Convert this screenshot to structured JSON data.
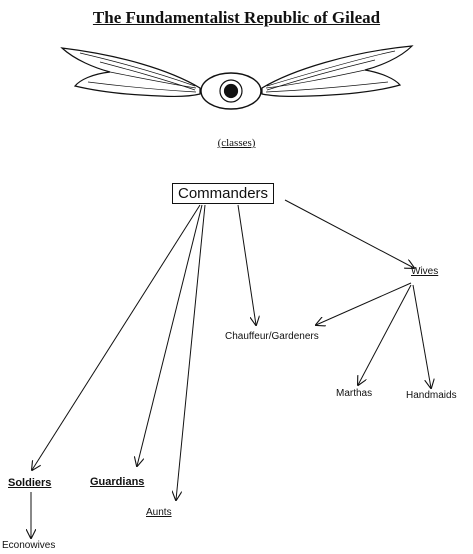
{
  "title": "The Fundamentalist Republic of Gilead",
  "subtitle": "(classes)",
  "emblem": {
    "name": "winged-eye-emblem"
  },
  "nodes": {
    "commanders": "Commanders",
    "wives": "Wives",
    "chauffeurs": "Chauffeur/Gardeners",
    "marthas": "Marthas",
    "handmaids": "Handmaids",
    "soldiers": "Soldiers",
    "guardians": "Guardians",
    "aunts": "Aunts",
    "econowives": "Econowives"
  },
  "edges": [
    [
      "commanders",
      "wives"
    ],
    [
      "commanders",
      "chauffeurs"
    ],
    [
      "commanders",
      "soldiers"
    ],
    [
      "commanders",
      "guardians"
    ],
    [
      "commanders",
      "aunts"
    ],
    [
      "wives",
      "chauffeurs"
    ],
    [
      "wives",
      "marthas"
    ],
    [
      "wives",
      "handmaids"
    ],
    [
      "soldiers",
      "econowives"
    ]
  ]
}
